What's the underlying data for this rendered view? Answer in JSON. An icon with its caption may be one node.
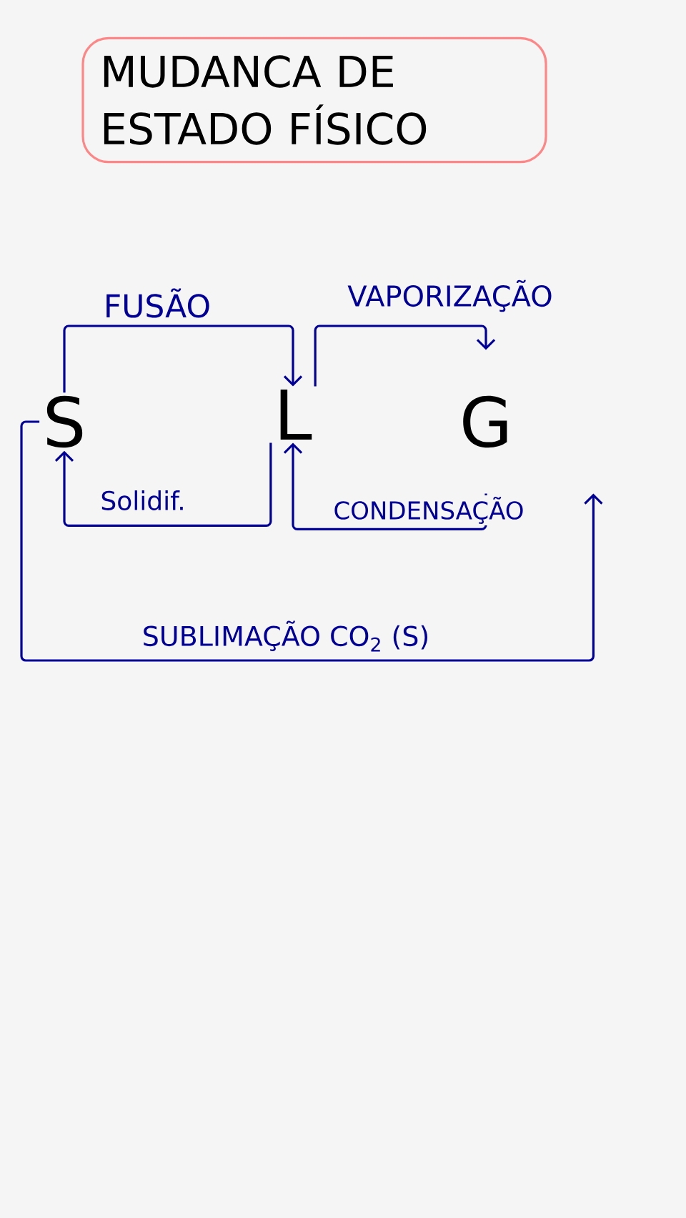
{
  "diagram": {
    "nodes": [
      {
        "text": [
          "MUDANCA DE ESTADO FÍSICO"
        ]
      },
      {
        "text": [
          "S"
        ]
      },
      {
        "text": [
          "L"
        ]
      },
      {
        "text": [
          "G"
        ]
      }
    ],
    "edges": [
      {
        "from": 1,
        "to": 2,
        "arrow": "to",
        "label": "FUSÃO"
      },
      {
        "from": 2,
        "to": 3,
        "arrow": "to",
        "label": "VAPORIZAÇÃO"
      },
      {
        "from": 2,
        "to": 1,
        "arrow": "to",
        "label": "Solidif."
      },
      {
        "from": 3,
        "to": 2,
        "arrow": "to",
        "label": "CONDENSAÇÃO"
      },
      {
        "from": 1,
        "to": 3,
        "arrow": "to",
        "label": "SUBLIMAÇÃO CO$_{2}$ (S)"
      }
    ]
  }
}
